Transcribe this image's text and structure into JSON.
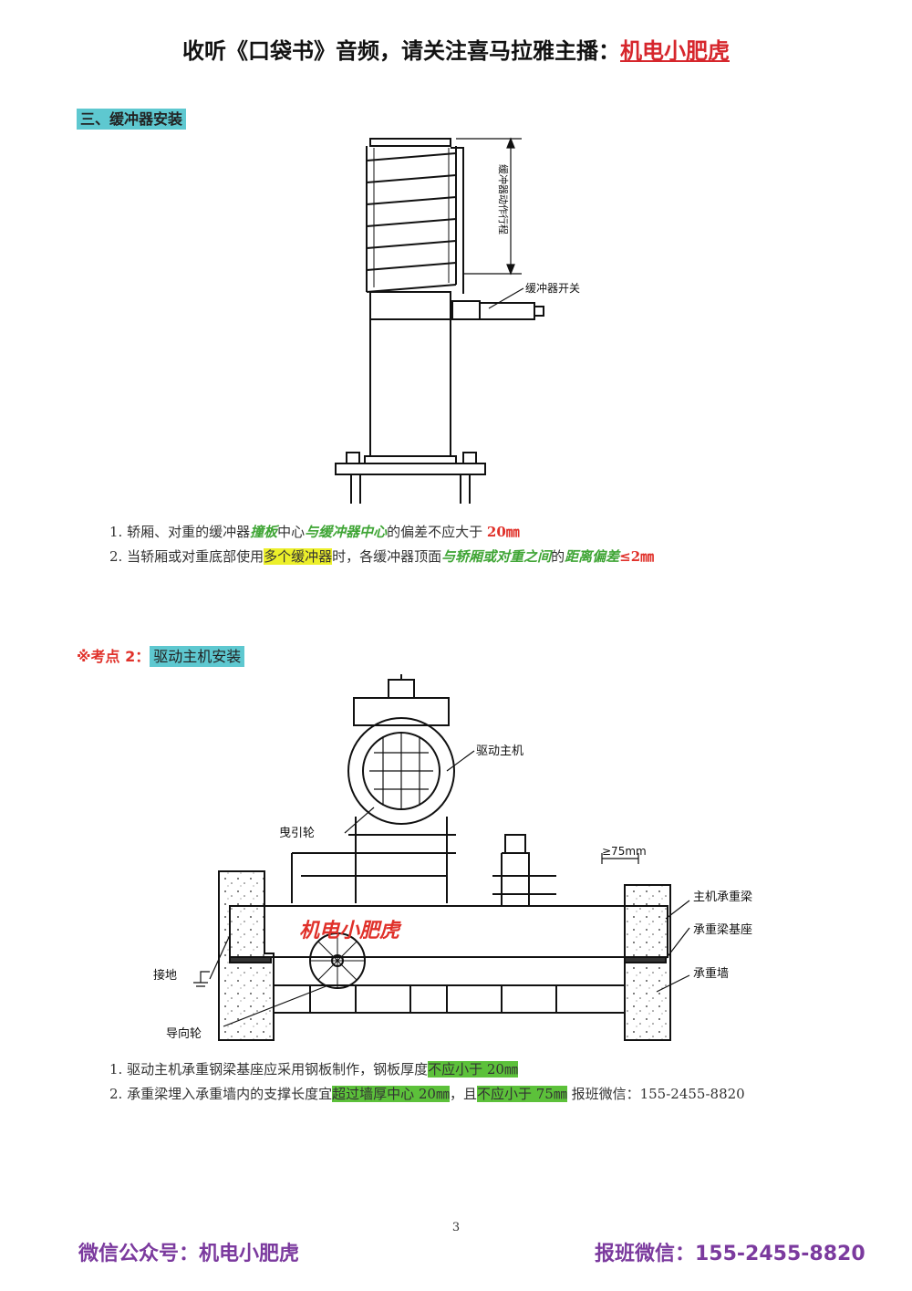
{
  "header": {
    "prefix": "收听《口袋书》音频，请关注喜马拉雅主播：",
    "name": "机电小肥虎"
  },
  "section3": {
    "title": "三、缓冲器安装",
    "fig_labels": {
      "travel": "缓冲器动作行程",
      "switch": "缓冲器开关"
    },
    "line1": {
      "a": "1. 轿厢、对重的缓冲器",
      "b": "撞板",
      "c": "中心",
      "d": "与缓冲器中心",
      "e": "的偏差不应大于 ",
      "f": "20㎜"
    },
    "line2": {
      "a": "2. 当轿厢或对重底部使用",
      "b": "多个缓冲器",
      "c": "时，各缓冲器顶面",
      "d": "与轿厢或对重之间",
      "e": "的",
      "f": "距离偏差",
      "g": "≤2㎜"
    }
  },
  "point2": {
    "prefix": "※考点 2：",
    "title": "驱动主机安装",
    "fig_labels": {
      "drive": "驱动主机",
      "traction": "曳引轮",
      "gap": "≥75mm",
      "beam": "主机承重梁",
      "base": "承重梁基座",
      "wall": "承重墙",
      "ground": "接地",
      "guide": "导向轮",
      "watermark": "机电小肥虎"
    },
    "line1": {
      "a": "1. 驱动主机承重钢梁基座应采用钢板制作，钢板厚度",
      "b": "不应小于 20㎜"
    },
    "line2": {
      "a": "2. 承重梁埋入承重墙内的支撑长度宜",
      "b": "超过墙厚中心 20㎜",
      "c": "，且",
      "d": "不应小于 75㎜",
      "e": " 报班微信：155-2455-8820"
    }
  },
  "page_number": "3",
  "footer": {
    "left": "微信公众号：机电小肥虎",
    "right": "报班微信：155-2455-8820"
  }
}
